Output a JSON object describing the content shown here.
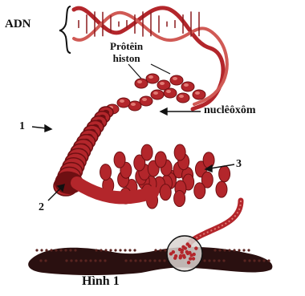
{
  "labels": {
    "adn": "ADN",
    "protein_line1": "Prôtêin",
    "protein_line2": "histon",
    "nucleosome": "nuclêôxôm",
    "one": "1",
    "two": "2",
    "three": "3"
  },
  "caption": "Hình 1",
  "colors": {
    "fiber": "#b3262b",
    "fiber_dark": "#6e0f12",
    "fiber_light": "#e07a74",
    "chromosome": "#2a1010",
    "text": "#111111"
  }
}
